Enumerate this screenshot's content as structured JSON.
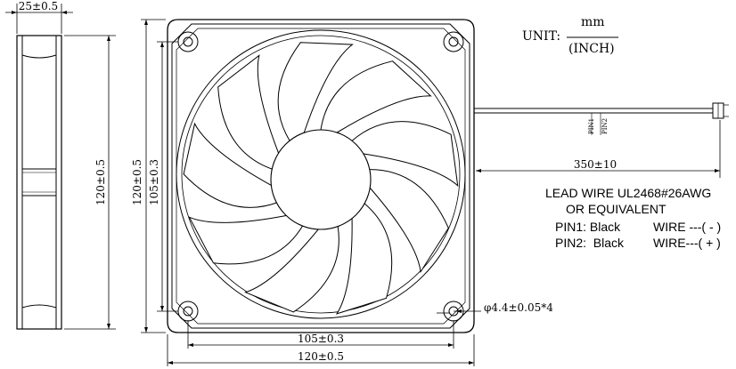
{
  "dimensions": {
    "depth": "25±0.5",
    "height_side": "120±0.5",
    "height_front": "120±0.5",
    "hole_spacing_vertical": "105±0.3",
    "hole_spacing_horizontal": "105±0.3",
    "width_front": "120±0.5",
    "wire_length": "350±10",
    "hole_diameter": "φ4.4±0.05*4"
  },
  "unit": {
    "label": "UNIT:",
    "numerator": "mm",
    "denominator": "(INCH)"
  },
  "connector": {
    "pin1": "PIN1",
    "pin2": "PIN2"
  },
  "lead_wire": {
    "line1": "LEAD WIRE UL2468#26AWG",
    "line2": "OR EQUIVALENT",
    "pin1_label": "PIN1: Black",
    "pin1_wire": "WIRE ---( - )",
    "pin2_label": "PIN2:  Black",
    "pin2_wire": "WIRE---( + )"
  },
  "colors": {
    "line": "#000000",
    "background": "#ffffff"
  }
}
